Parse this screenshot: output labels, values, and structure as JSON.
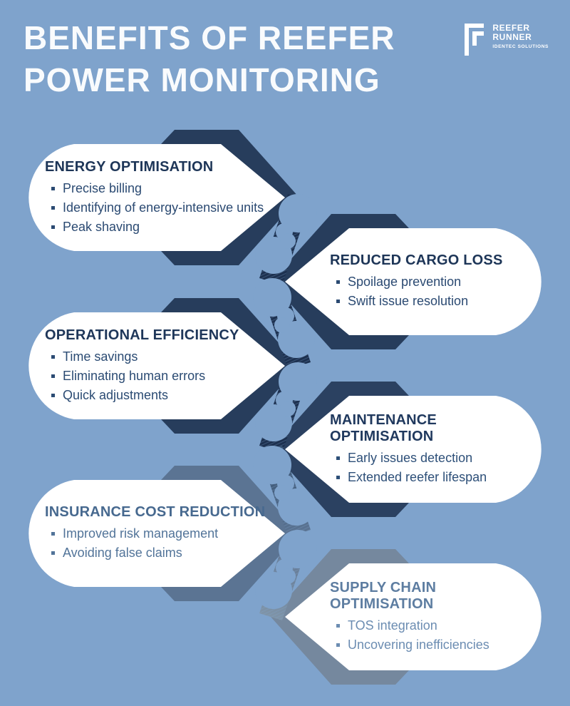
{
  "palette": {
    "background": "#7fa3cc",
    "card_fill": "#ffffff",
    "title_text": "#f9fbfd",
    "ribbon_dark": "#1d3150",
    "ribbon_mid_start": "#35506f",
    "ribbon_mid_end": "#5b7493",
    "ribbon_light_start": "#5b7190",
    "ribbon_light_end": "#7f94a8"
  },
  "header": {
    "title_line1": "BENEFITS OF REEFER",
    "title_line2": "POWER MONITORING"
  },
  "logo": {
    "brand_line1": "REEFER",
    "brand_line2": "RUNNER",
    "subtitle": "IDENTEC SOLUTIONS"
  },
  "cards": [
    {
      "title": "ENERGY OPTIMISATION",
      "bullets": [
        "Precise billing",
        "Identifying of energy-intensive units",
        "Peak shaving"
      ],
      "side": "left",
      "shape_color": "#273d5c",
      "title_color": "#1d3557",
      "bullet_color": "#2b4a72"
    },
    {
      "title": "REDUCED CARGO LOSS",
      "bullets": [
        "Spoilage prevention",
        "Swift issue resolution"
      ],
      "side": "right",
      "shape_color": "#273d5c",
      "title_color": "#1d3557",
      "bullet_color": "#2b4a72"
    },
    {
      "title": "OPERATIONAL EFFICIENCY",
      "bullets": [
        "Time savings",
        "Eliminating human errors",
        "Quick adjustments"
      ],
      "side": "left",
      "shape_color": "#273d5c",
      "title_color": "#1e3659",
      "bullet_color": "#2b4b73"
    },
    {
      "title": "MAINTENANCE OPTIMISATION",
      "bullets": [
        "Early issues detection",
        "Extended reefer lifespan"
      ],
      "side": "right",
      "shape_color": "#2b4161",
      "title_color": "#20395e",
      "bullet_color": "#2d4f78"
    },
    {
      "title": "INSURANCE COST REDUCTION",
      "bullets": [
        "Improved risk management",
        "Avoiding false claims"
      ],
      "side": "left",
      "shape_color": "#5b7493",
      "title_color": "#47698f",
      "bullet_color": "#527499"
    },
    {
      "title": "SUPPLY CHAIN OPTIMISATION",
      "bullets": [
        "TOS integration",
        "Uncovering inefficiencies"
      ],
      "side": "right",
      "shape_color": "#75889e",
      "title_color": "#5d7da1",
      "bullet_color": "#6c8db2"
    }
  ]
}
